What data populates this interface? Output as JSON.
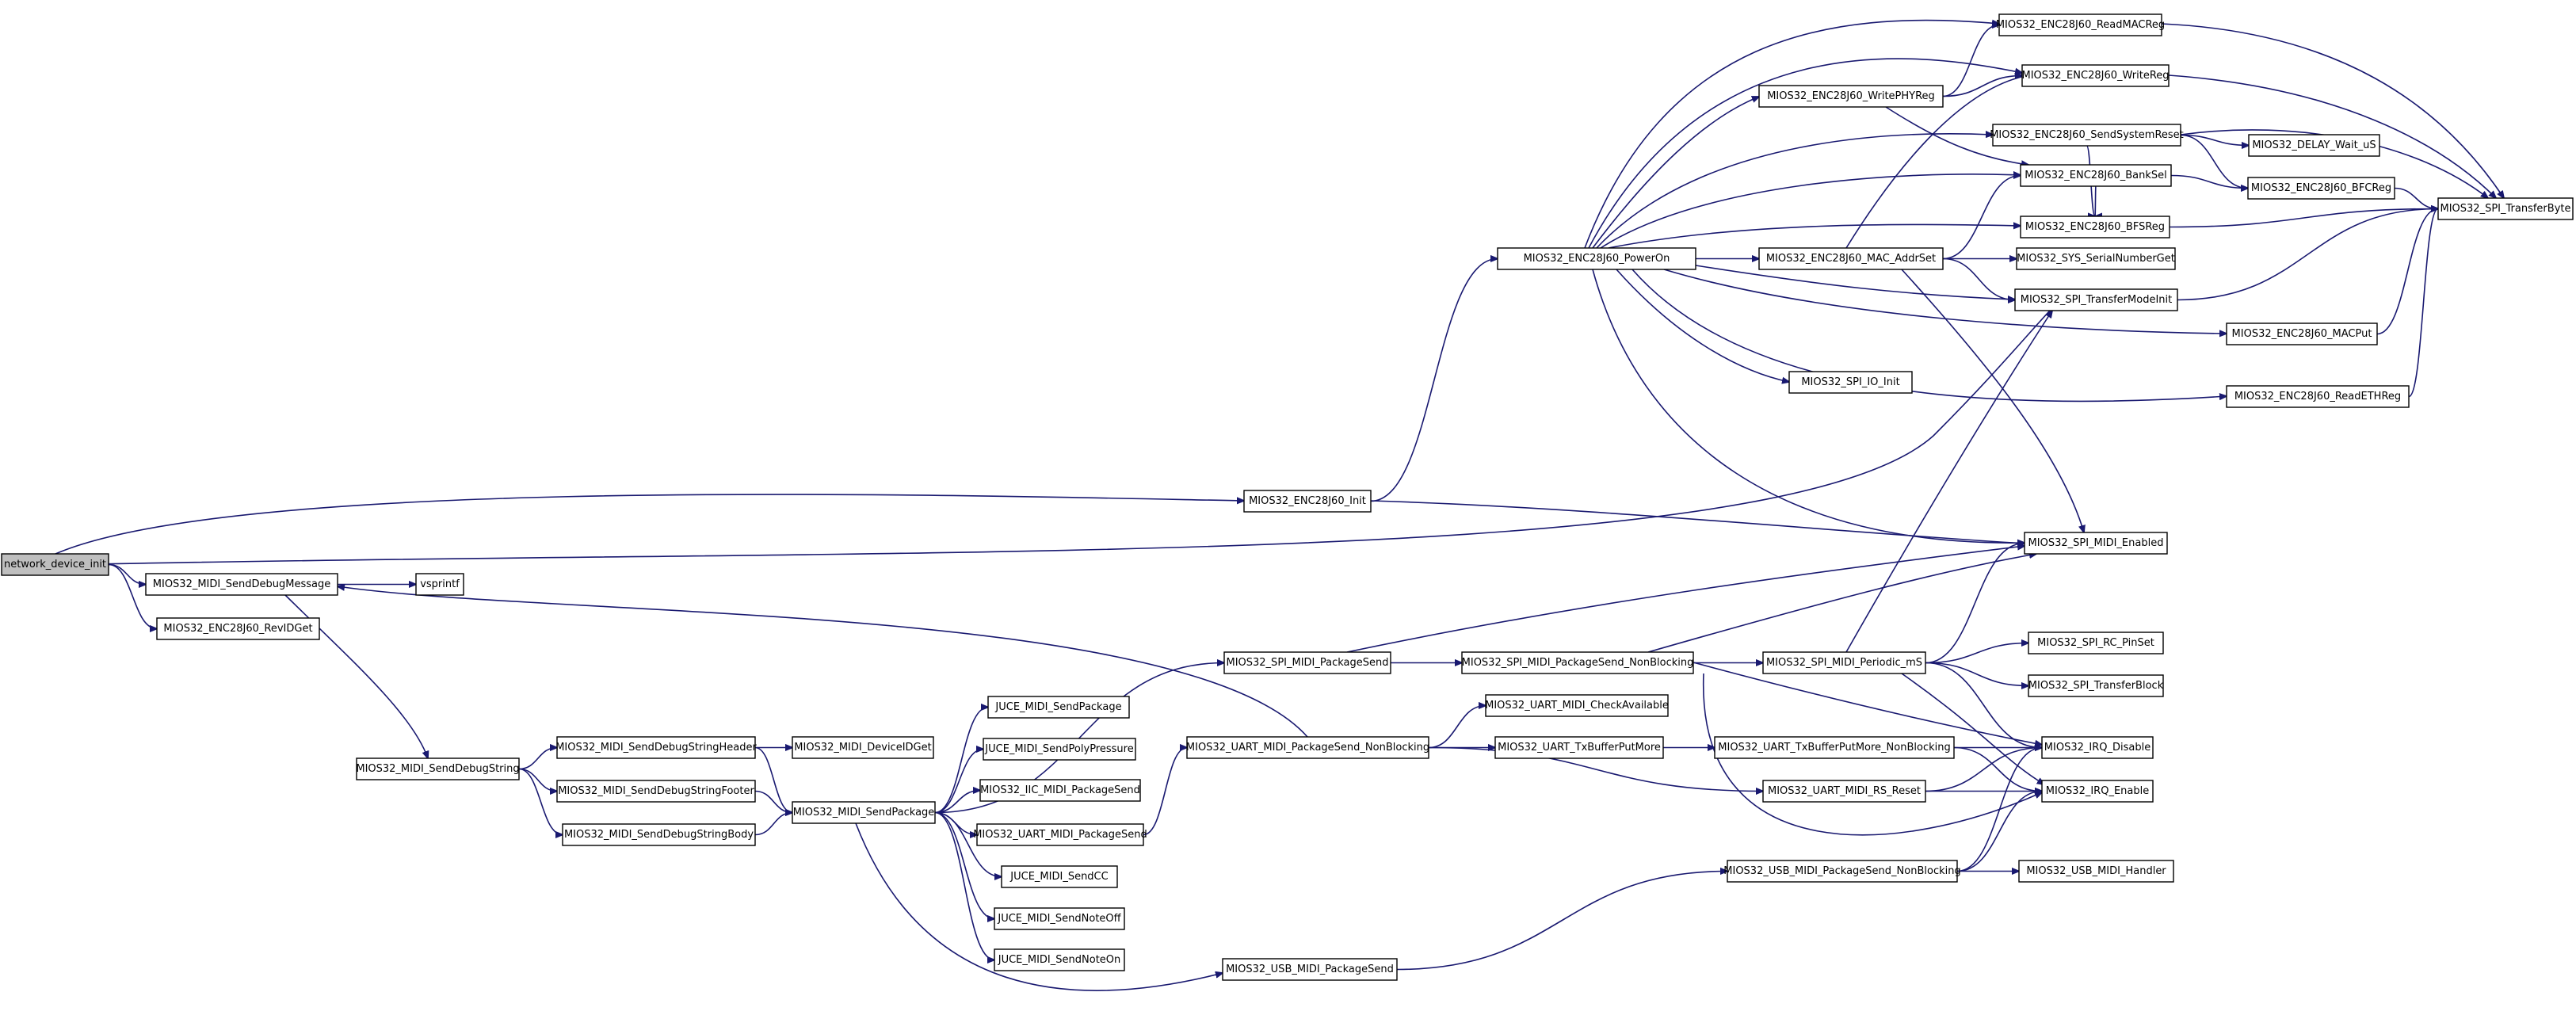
{
  "graph": {
    "root": "network_device_init",
    "colors": {
      "edge": "#191970",
      "node_border": "#000000",
      "node_fill": "#ffffff",
      "root_fill": "#bfbfbf"
    },
    "nodes": [
      {
        "id": "n0",
        "label": "network_device_init"
      },
      {
        "id": "n1",
        "label": "MIOS32_ENC28J60_Init"
      },
      {
        "id": "n2",
        "label": "MIOS32_MIDI_SendDebugMessage"
      },
      {
        "id": "n3",
        "label": "MIOS32_ENC28J60_RevIDGet"
      },
      {
        "id": "n4",
        "label": "vsprintf"
      },
      {
        "id": "n5",
        "label": "MIOS32_MIDI_SendDebugString"
      },
      {
        "id": "n6",
        "label": "MIOS32_MIDI_SendDebugStringHeader"
      },
      {
        "id": "n7",
        "label": "MIOS32_MIDI_SendDebugStringFooter"
      },
      {
        "id": "n8",
        "label": "MIOS32_MIDI_SendDebugStringBody"
      },
      {
        "id": "n9",
        "label": "MIOS32_MIDI_DeviceIDGet"
      },
      {
        "id": "n10",
        "label": "MIOS32_MIDI_SendPackage"
      },
      {
        "id": "n11",
        "label": "JUCE_MIDI_SendPackage"
      },
      {
        "id": "n12",
        "label": "JUCE_MIDI_SendPolyPressure"
      },
      {
        "id": "n13",
        "label": "MIOS32_IIC_MIDI_PackageSend"
      },
      {
        "id": "n14",
        "label": "MIOS32_UART_MIDI_PackageSend"
      },
      {
        "id": "n15",
        "label": "JUCE_MIDI_SendCC"
      },
      {
        "id": "n16",
        "label": "JUCE_MIDI_SendNoteOff"
      },
      {
        "id": "n17",
        "label": "JUCE_MIDI_SendNoteOn"
      },
      {
        "id": "n18",
        "label": "MIOS32_SPI_MIDI_PackageSend"
      },
      {
        "id": "n19",
        "label": "MIOS32_UART_MIDI_PackageSend_NonBlocking"
      },
      {
        "id": "n20",
        "label": "MIOS32_USB_MIDI_PackageSend"
      },
      {
        "id": "n21",
        "label": "MIOS32_ENC28J60_PowerOn"
      },
      {
        "id": "n22",
        "label": "MIOS32_SPI_MIDI_PackageSend_NonBlocking"
      },
      {
        "id": "n23",
        "label": "MIOS32_UART_MIDI_CheckAvailable"
      },
      {
        "id": "n24",
        "label": "MIOS32_UART_TxBufferPutMore"
      },
      {
        "id": "n25",
        "label": "MIOS32_USB_MIDI_PackageSend_NonBlocking"
      },
      {
        "id": "n26",
        "label": "MIOS32_ENC28J60_WritePHYReg"
      },
      {
        "id": "n27",
        "label": "MIOS32_ENC28J60_MAC_AddrSet"
      },
      {
        "id": "n28",
        "label": "MIOS32_SPI_IO_Init"
      },
      {
        "id": "n29",
        "label": "MIOS32_SPI_MIDI_Periodic_mS"
      },
      {
        "id": "n30",
        "label": "MIOS32_UART_TxBufferPutMore_NonBlocking"
      },
      {
        "id": "n31",
        "label": "MIOS32_UART_MIDI_RS_Reset"
      },
      {
        "id": "n32",
        "label": "MIOS32_ENC28J60_ReadMACReg"
      },
      {
        "id": "n33",
        "label": "MIOS32_ENC28J60_WriteReg"
      },
      {
        "id": "n34",
        "label": "MIOS32_ENC28J60_SendSystemReset"
      },
      {
        "id": "n35",
        "label": "MIOS32_ENC28J60_BankSel"
      },
      {
        "id": "n36",
        "label": "MIOS32_ENC28J60_BFSReg"
      },
      {
        "id": "n37",
        "label": "MIOS32_SYS_SerialNumberGet"
      },
      {
        "id": "n38",
        "label": "MIOS32_SPI_TransferModeInit"
      },
      {
        "id": "n39",
        "label": "MIOS32_ENC28J60_MACPut"
      },
      {
        "id": "n40",
        "label": "MIOS32_ENC28J60_ReadETHReg"
      },
      {
        "id": "n41",
        "label": "MIOS32_SPI_MIDI_Enabled"
      },
      {
        "id": "n42",
        "label": "MIOS32_SPI_RC_PinSet"
      },
      {
        "id": "n43",
        "label": "MIOS32_SPI_TransferBlock"
      },
      {
        "id": "n44",
        "label": "MIOS32_IRQ_Disable"
      },
      {
        "id": "n45",
        "label": "MIOS32_IRQ_Enable"
      },
      {
        "id": "n46",
        "label": "MIOS32_USB_MIDI_Handler"
      },
      {
        "id": "n47",
        "label": "MIOS32_DELAY_Wait_uS"
      },
      {
        "id": "n48",
        "label": "MIOS32_ENC28J60_BFCReg"
      },
      {
        "id": "n49",
        "label": "MIOS32_SPI_TransferByte"
      }
    ],
    "edges": [
      [
        "n0",
        "n1"
      ],
      [
        "n0",
        "n2"
      ],
      [
        "n0",
        "n3"
      ],
      [
        "n0",
        "n38"
      ],
      [
        "n2",
        "n4"
      ],
      [
        "n2",
        "n5"
      ],
      [
        "n5",
        "n6"
      ],
      [
        "n5",
        "n7"
      ],
      [
        "n5",
        "n8"
      ],
      [
        "n6",
        "n9"
      ],
      [
        "n6",
        "n10"
      ],
      [
        "n7",
        "n10"
      ],
      [
        "n8",
        "n10"
      ],
      [
        "n10",
        "n11"
      ],
      [
        "n10",
        "n12"
      ],
      [
        "n10",
        "n13"
      ],
      [
        "n10",
        "n14"
      ],
      [
        "n10",
        "n15"
      ],
      [
        "n10",
        "n16"
      ],
      [
        "n10",
        "n17"
      ],
      [
        "n10",
        "n18"
      ],
      [
        "n10",
        "n20"
      ],
      [
        "n14",
        "n19"
      ],
      [
        "n18",
        "n22"
      ],
      [
        "n18",
        "n41"
      ],
      [
        "n19",
        "n2"
      ],
      [
        "n19",
        "n23"
      ],
      [
        "n19",
        "n24"
      ],
      [
        "n19",
        "n31"
      ],
      [
        "n20",
        "n25"
      ],
      [
        "n1",
        "n21"
      ],
      [
        "n1",
        "n41"
      ],
      [
        "n21",
        "n32"
      ],
      [
        "n21",
        "n33"
      ],
      [
        "n21",
        "n26"
      ],
      [
        "n21",
        "n34"
      ],
      [
        "n21",
        "n35"
      ],
      [
        "n21",
        "n36"
      ],
      [
        "n21",
        "n27"
      ],
      [
        "n21",
        "n38"
      ],
      [
        "n21",
        "n39"
      ],
      [
        "n21",
        "n28"
      ],
      [
        "n21",
        "n40"
      ],
      [
        "n21",
        "n41"
      ],
      [
        "n22",
        "n29"
      ],
      [
        "n22",
        "n41"
      ],
      [
        "n22",
        "n44"
      ],
      [
        "n22",
        "n45"
      ],
      [
        "n24",
        "n30"
      ],
      [
        "n25",
        "n44"
      ],
      [
        "n25",
        "n45"
      ],
      [
        "n25",
        "n46"
      ],
      [
        "n26",
        "n32"
      ],
      [
        "n26",
        "n33"
      ],
      [
        "n26",
        "n35"
      ],
      [
        "n27",
        "n35"
      ],
      [
        "n27",
        "n37"
      ],
      [
        "n27",
        "n38"
      ],
      [
        "n27",
        "n41"
      ],
      [
        "n27",
        "n33"
      ],
      [
        "n29",
        "n38"
      ],
      [
        "n29",
        "n41"
      ],
      [
        "n29",
        "n42"
      ],
      [
        "n29",
        "n43"
      ],
      [
        "n29",
        "n44"
      ],
      [
        "n29",
        "n45"
      ],
      [
        "n30",
        "n44"
      ],
      [
        "n30",
        "n45"
      ],
      [
        "n31",
        "n44"
      ],
      [
        "n31",
        "n45"
      ],
      [
        "n32",
        "n49"
      ],
      [
        "n33",
        "n49"
      ],
      [
        "n34",
        "n49"
      ],
      [
        "n34",
        "n47"
      ],
      [
        "n34",
        "n48"
      ],
      [
        "n34",
        "n36"
      ],
      [
        "n35",
        "n48"
      ],
      [
        "n35",
        "n36"
      ],
      [
        "n36",
        "n49"
      ],
      [
        "n48",
        "n49"
      ],
      [
        "n38",
        "n49"
      ],
      [
        "n39",
        "n49"
      ],
      [
        "n40",
        "n49"
      ]
    ]
  }
}
